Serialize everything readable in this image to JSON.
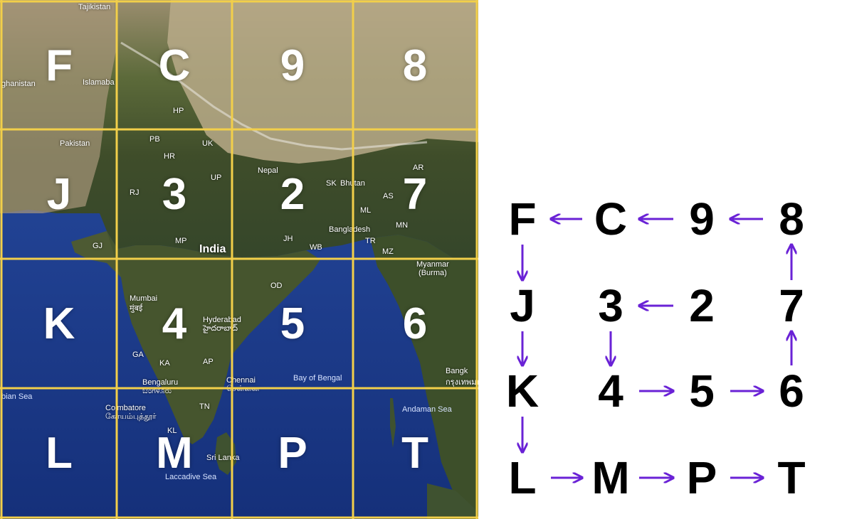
{
  "map": {
    "grid_color": "#f2cf4a",
    "land_color": "#3f4d2a",
    "ocean_color": "#1e3f8f",
    "tiles": [
      [
        "F",
        "C",
        "9",
        "8"
      ],
      [
        "J",
        "3",
        "2",
        "7"
      ],
      [
        "K",
        "4",
        "5",
        "6"
      ],
      [
        "L",
        "M",
        "P",
        "T"
      ]
    ],
    "place_labels": {
      "tajikistan": "Tajikistan",
      "afghanistan": "ghanistan",
      "islamabad": "Islamaba",
      "pakistan": "Pakistan",
      "nepal": "Nepal",
      "bhutan": "Bhutan",
      "bangladesh": "Bangladesh",
      "india": "India",
      "myanmar": "Myanmar\n(Burma)",
      "mumbai": "Mumbai\nमुंबई",
      "hyderabad": "Hyderabad\nహైదరాబాద్",
      "bengaluru": "Bengaluru\nಬೆಂಗಳೂರು",
      "chennai": "Chennai\nசென்னை",
      "coimbatore": "Coimbatore\nகோயம்புத்தூர்",
      "sri_lanka": "Sri Lanka",
      "bangkok": "Bangk\nกรุงเทพมห",
      "bay_of_bengal": "Bay of Bengal",
      "arabian_sea": "bian Sea",
      "andaman_sea": "Andaman Sea",
      "laccadive_sea": "Laccadive Sea",
      "hp": "HP",
      "pb": "PB",
      "hr": "HR",
      "uk": "UK",
      "up": "UP",
      "rj": "RJ",
      "mp": "MP",
      "sk": "SK",
      "as": "AS",
      "ar": "AR",
      "ml": "ML",
      "jh": "JH",
      "wb": "WB",
      "mn": "MN",
      "tr": "TR",
      "mz": "MZ",
      "od": "OD",
      "gj": "GJ",
      "ga": "GA",
      "ka": "KA",
      "ap": "AP",
      "tn": "TN",
      "kl": "KL"
    }
  },
  "order_diagram": {
    "arrow_color": "#6a22d6",
    "text_color": "#000000",
    "rows": [
      [
        "F",
        "C",
        "9",
        "8"
      ],
      [
        "J",
        "3",
        "2",
        "7"
      ],
      [
        "K",
        "4",
        "5",
        "6"
      ],
      [
        "L",
        "M",
        "P",
        "T"
      ]
    ],
    "arrows": [
      {
        "from": "C",
        "to": "F"
      },
      {
        "from": "9",
        "to": "C"
      },
      {
        "from": "8",
        "to": "9"
      },
      {
        "from": "F",
        "to": "J"
      },
      {
        "from": "J",
        "to": "K"
      },
      {
        "from": "K",
        "to": "L"
      },
      {
        "from": "L",
        "to": "M"
      },
      {
        "from": "M",
        "to": "P"
      },
      {
        "from": "P",
        "to": "T"
      },
      {
        "from": "2",
        "to": "3"
      },
      {
        "from": "3",
        "to": "4"
      },
      {
        "from": "4",
        "to": "5"
      },
      {
        "from": "5",
        "to": "6"
      },
      {
        "from": "6",
        "to": "7"
      },
      {
        "from": "7",
        "to": "8"
      }
    ]
  }
}
